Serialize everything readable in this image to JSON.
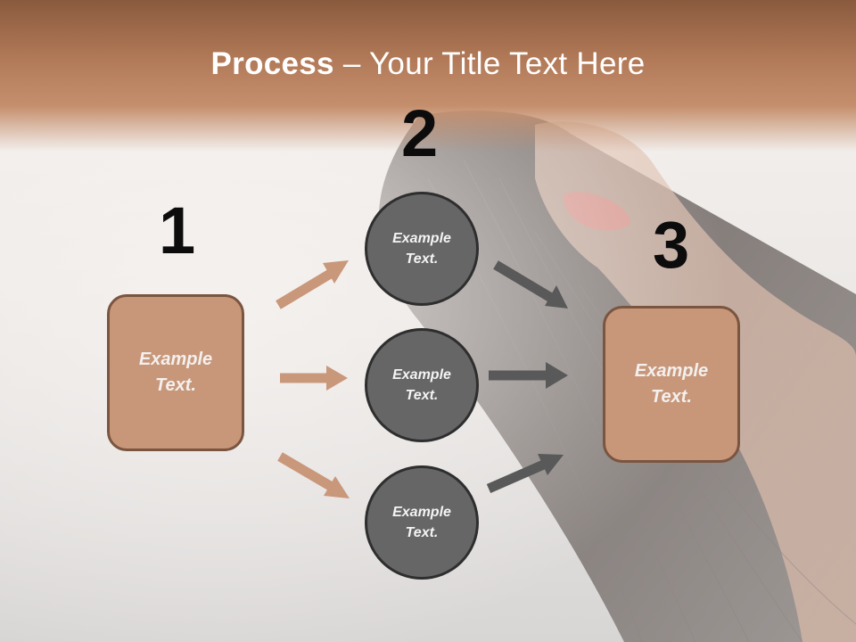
{
  "title": {
    "bold": "Process",
    "rest": " – Your Title Text Here"
  },
  "steps": {
    "one": "1",
    "two": "2",
    "three": "3"
  },
  "left_box": {
    "text": "Example Text."
  },
  "circles": [
    {
      "text": "Example Text."
    },
    {
      "text": "Example Text."
    },
    {
      "text": "Example Text."
    }
  ],
  "right_box": {
    "text": "Example Text."
  },
  "colors": {
    "header": "#b27a58",
    "box_fill": "#c8977a",
    "box_border": "#7a5540",
    "circle_fill": "#666666",
    "arrow_light": "#c9977a",
    "arrow_dark": "#595959"
  }
}
